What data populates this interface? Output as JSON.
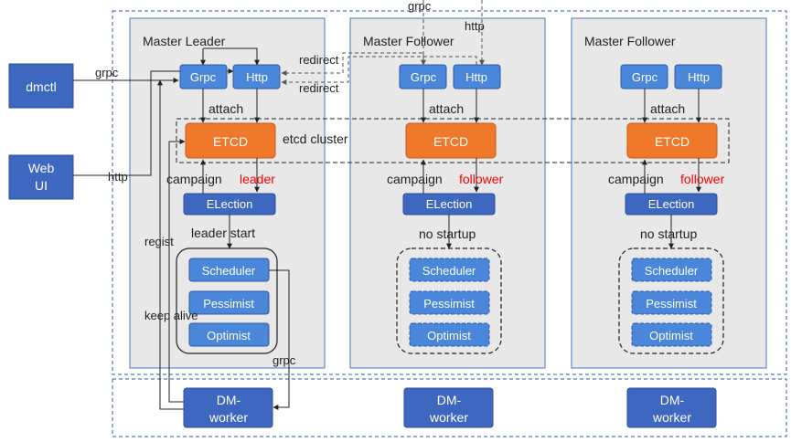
{
  "clients": {
    "dmctl": "dmctl",
    "webui_line1": "Web",
    "webui_line2": "UI",
    "edge_grpc": "grpc",
    "edge_http": "http"
  },
  "leader_panel": {
    "title": "Master Leader",
    "grpc": "Grpc",
    "http": "Http",
    "attach": "attach",
    "etcd": "ETCD",
    "campaign": "campaign",
    "role": "leader",
    "election": "ELection",
    "start_label": "leader start",
    "scheduler": "Scheduler",
    "pessimist": "Pessimist",
    "optimist": "Optimist",
    "regist": "regist",
    "keep_alive": "keep alive",
    "worker_grpc": "grpc"
  },
  "follower1_panel": {
    "title": "Master Follower",
    "grpc": "Grpc",
    "http": "Http",
    "attach": "attach",
    "etcd": "ETCD",
    "campaign": "campaign",
    "role": "follower",
    "election": "ELection",
    "start_label": "no startup",
    "scheduler": "Scheduler",
    "pessimist": "Pessimist",
    "optimist": "Optimist",
    "top_grpc": "grpc",
    "top_http": "http"
  },
  "follower2_panel": {
    "title": "Master Follower",
    "grpc": "Grpc",
    "http": "Http",
    "attach": "attach",
    "etcd": "ETCD",
    "campaign": "campaign",
    "role": "follower",
    "election": "ELection",
    "start_label": "no startup",
    "scheduler": "Scheduler",
    "pessimist": "Pessimist",
    "optimist": "Optimist"
  },
  "redirects": {
    "upper": "redirect",
    "lower": "redirect"
  },
  "etcd_cluster_label": "etcd cluster",
  "workers": [
    {
      "line1": "DM-",
      "line2": "worker"
    },
    {
      "line1": "DM-",
      "line2": "worker"
    },
    {
      "line1": "DM-",
      "line2": "worker"
    }
  ],
  "colors": {
    "panel_fill": "#e8e8e8",
    "panel_stroke": "#4a73b8",
    "blue_box": "#4a86d9",
    "dark_blue_box": "#3e67c0",
    "etcd_orange": "#f0782a",
    "role_red": "#ff0000",
    "dashed_frame": "#2e5aa8"
  }
}
